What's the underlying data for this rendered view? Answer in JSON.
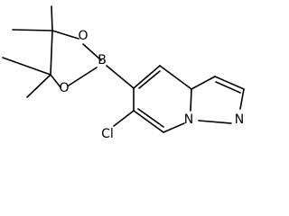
{
  "molecule": {
    "atom_labels": {
      "boron": "B",
      "oxygen_top": "O",
      "oxygen_bottom": "O",
      "chlorine": "Cl",
      "nitrogen_bridge": "N",
      "nitrogen_ring": "N"
    },
    "bond_color": "#000000",
    "background_color": "#ffffff"
  }
}
